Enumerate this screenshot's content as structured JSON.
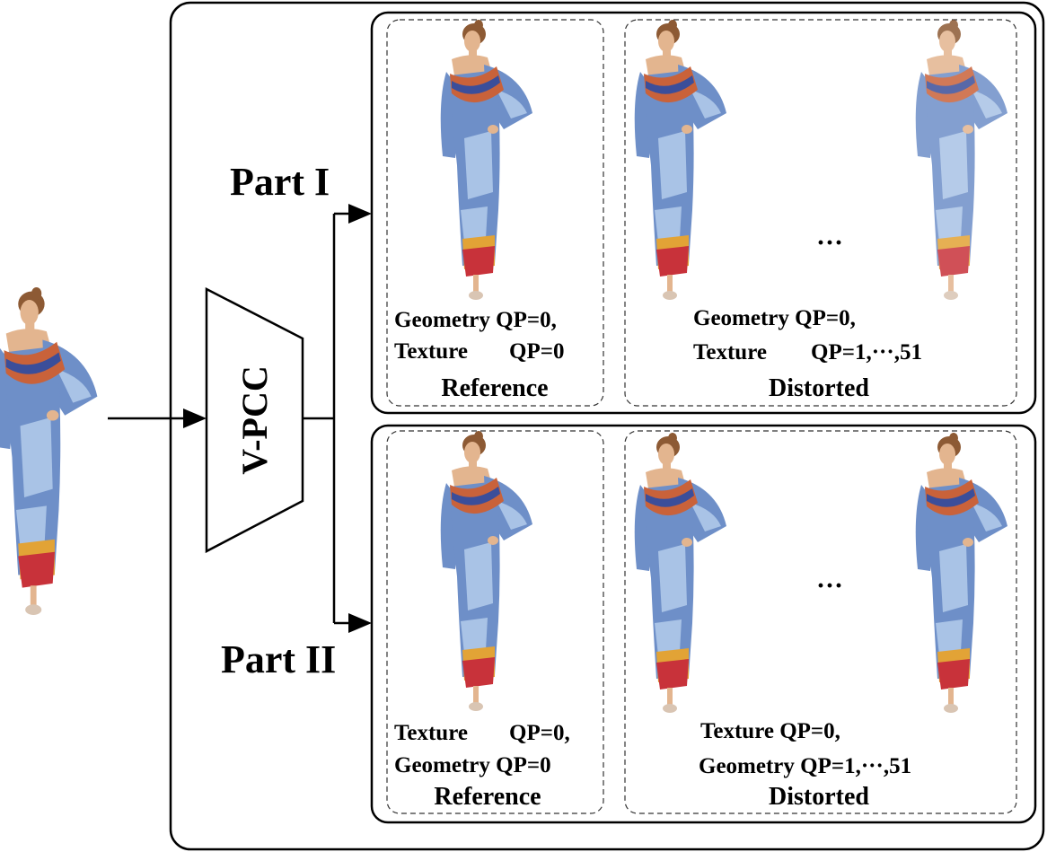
{
  "encoder": {
    "label": "V-PCC"
  },
  "parts": [
    {
      "title": "Part I",
      "reference": {
        "line1": "Geometry QP=0,",
        "line2_name": "Texture",
        "line2_value": "QP=0",
        "title": "Reference"
      },
      "distorted": {
        "ellipsis": "···",
        "line1": "Geometry QP=0,",
        "line2_name": "Texture",
        "line2_value": "QP=1,···,51",
        "title": "Distorted"
      }
    },
    {
      "title": "Part II",
      "reference": {
        "line1_name": "Texture",
        "line1_value": "QP=0,",
        "line2": "Geometry QP=0",
        "title": "Reference"
      },
      "distorted": {
        "ellipsis": "···",
        "line1": "Texture QP=0,",
        "line2": "Geometry QP=1,···,51",
        "title": "Distorted"
      }
    }
  ],
  "figure": {
    "skin": "#e3b58f",
    "hair": "#8d5a34",
    "dress": "#6e8fc8",
    "dress_light": "#a9c3e6",
    "collar": "#c9623a",
    "collar_band": "#3b4e9a",
    "hem_red": "#c8323a",
    "hem_orange": "#e2a336",
    "shoes": "#d9c5b3"
  }
}
